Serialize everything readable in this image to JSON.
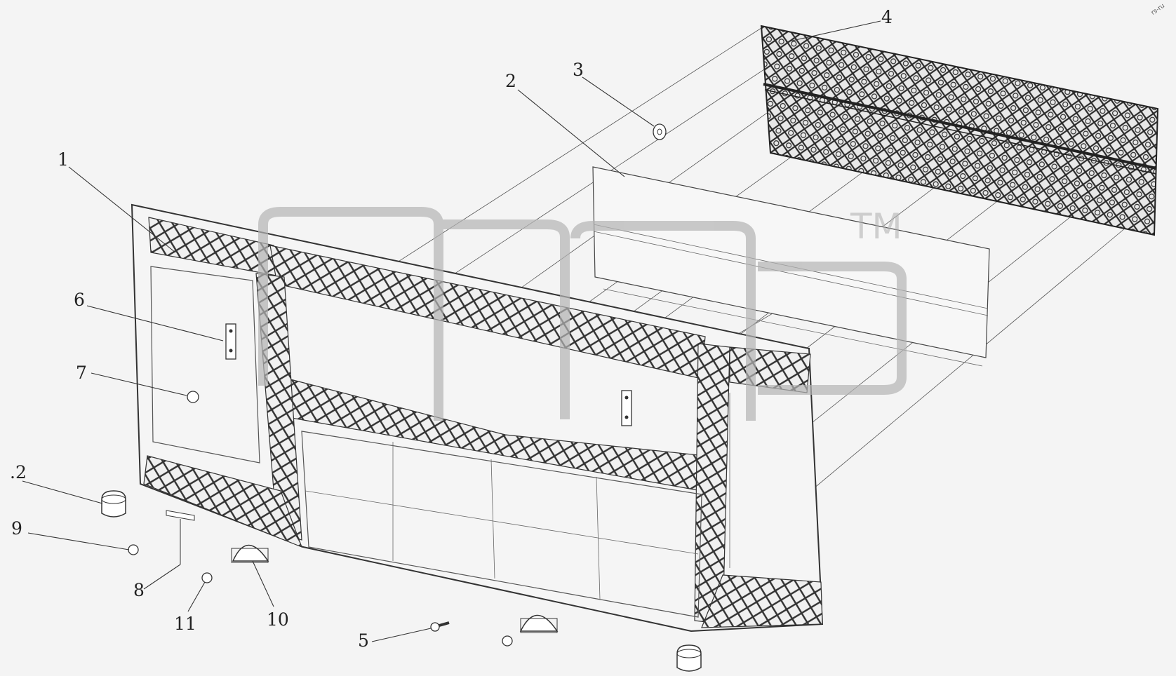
{
  "diagram": {
    "callouts": [
      "1",
      "2",
      "3",
      "4",
      "6",
      "7",
      ".2",
      "9",
      "8",
      "11",
      "10",
      "5"
    ],
    "watermark_tm": "TM",
    "corner_mark": "rs-ru"
  },
  "colors": {
    "background": "#f4f4f4",
    "line": "#333333",
    "mesh": "#2a2a2a",
    "watermark": "#b4b4b4"
  }
}
